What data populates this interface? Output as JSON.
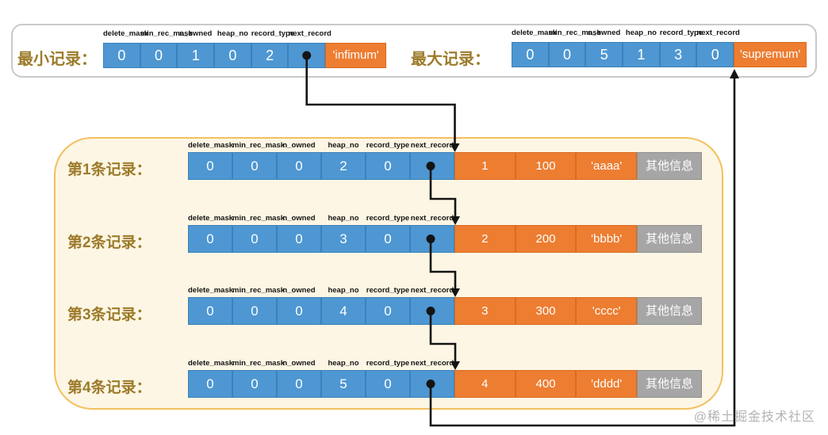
{
  "field_headers": [
    "delete_mask",
    "min_rec_mask",
    "n_owned",
    "heap_no",
    "record_type",
    "next_record"
  ],
  "min_record": {
    "label": "最小记录：",
    "flags": [
      "0",
      "0",
      "1",
      "0",
      "2"
    ],
    "name_cell": "'infimum'"
  },
  "max_record": {
    "label": "最大记录：",
    "flags": [
      "0",
      "0",
      "5",
      "1",
      "3",
      "0"
    ],
    "name_cell": "'supremum'"
  },
  "records": [
    {
      "label": "第1条记录：",
      "flags": [
        "0",
        "0",
        "0",
        "2",
        "0"
      ],
      "data": [
        "1",
        "100",
        "'aaaa'"
      ],
      "other_info": "其他信息"
    },
    {
      "label": "第2条记录：",
      "flags": [
        "0",
        "0",
        "0",
        "3",
        "0"
      ],
      "data": [
        "2",
        "200",
        "'bbbb'"
      ],
      "other_info": "其他信息"
    },
    {
      "label": "第3条记录：",
      "flags": [
        "0",
        "0",
        "0",
        "4",
        "0"
      ],
      "data": [
        "3",
        "300",
        "'cccc'"
      ],
      "other_info": "其他信息"
    },
    {
      "label": "第4条记录：",
      "flags": [
        "0",
        "0",
        "0",
        "5",
        "0"
      ],
      "data": [
        "4",
        "400",
        "'dddd'"
      ],
      "other_info": "其他信息"
    }
  ],
  "watermark": "@稀土掘金技术社区",
  "colors": {
    "cell_blue": "#4e97d2",
    "cell_orange": "#ed7d31",
    "cell_gray": "#a6a6a6",
    "group_bg": "#fdf6e4",
    "group_border": "#f2c05e",
    "top_box_border": "#c9c9c9",
    "label_text": "#9c7b2a",
    "arrow": "#141414"
  }
}
